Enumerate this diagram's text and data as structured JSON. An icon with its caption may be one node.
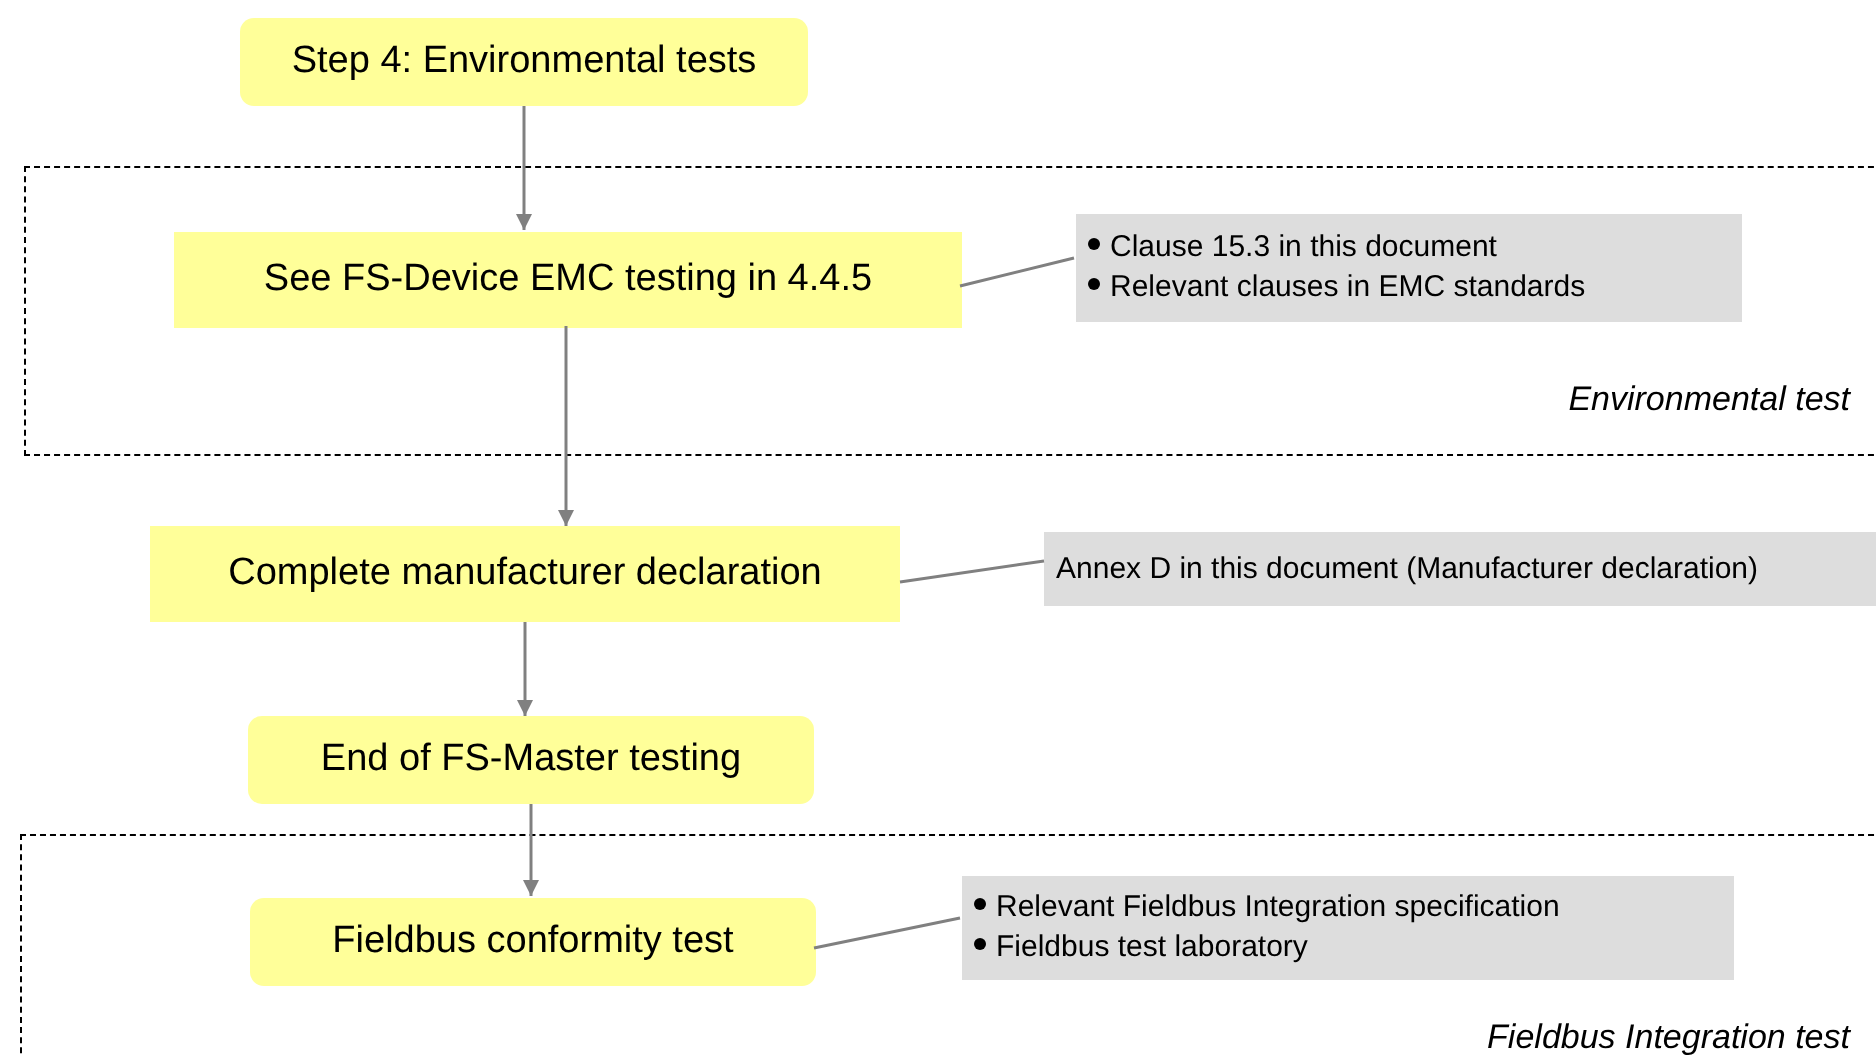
{
  "diagram": {
    "nodes": [
      {
        "text": [
          "Environmental test"
        ]
      },
      {
        "text": [
          "Step 4: Environmental tests"
        ]
      },
      {
        "text": [
          "See FS-Device EMC testing in 4.4.5"
        ],
        "in": 0
      },
      {
        "text": [
          "Clause 15.3 in this document",
          "Relevant clauses in EMC standards"
        ],
        "in": 0
      },
      {
        "text": [
          "Complete manufacturer declaration"
        ]
      },
      {
        "text": [
          "Annex D in this document (Manufacturer declaration)"
        ]
      },
      {
        "text": [
          "End of FS-Master testing"
        ]
      },
      {
        "text": [
          "Fieldbus Integration test"
        ]
      },
      {
        "text": [
          "Fieldbus conformity test"
        ],
        "in": 7
      },
      {
        "text": [
          "Relevant Fieldbus Integration specification",
          "Fieldbus test laboratory"
        ],
        "in": 7
      }
    ],
    "edges": [
      {
        "from": 1,
        "to": 2,
        "arrow": "to"
      },
      {
        "from": 2,
        "to": 4,
        "arrow": "to"
      },
      {
        "from": 4,
        "to": 6,
        "arrow": "to"
      },
      {
        "from": 6,
        "to": 8,
        "arrow": "to"
      },
      {
        "from": 2,
        "to": 3,
        "arrow": "none"
      },
      {
        "from": 4,
        "to": 5,
        "arrow": "none"
      },
      {
        "from": 8,
        "to": 9,
        "arrow": "none"
      }
    ]
  }
}
